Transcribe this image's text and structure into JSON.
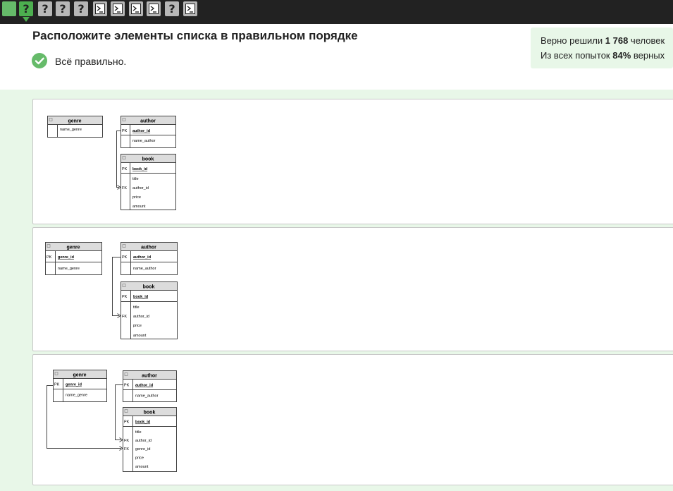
{
  "steps": [
    {
      "type": "solved"
    },
    {
      "type": "question",
      "label": "?",
      "active": true
    },
    {
      "type": "question",
      "label": "?"
    },
    {
      "type": "question",
      "label": "?"
    },
    {
      "type": "question",
      "label": "?"
    },
    {
      "type": "code"
    },
    {
      "type": "code"
    },
    {
      "type": "code"
    },
    {
      "type": "code"
    },
    {
      "type": "question",
      "label": "?"
    },
    {
      "type": "code"
    }
  ],
  "header": {
    "title": "Расположите элементы списка в правильном порядке",
    "result_text": "Всё правильно."
  },
  "stats": {
    "solved_prefix": "Верно решили ",
    "solved_count": "1 768",
    "solved_suffix": " человек",
    "attempts_prefix": "Из всех попыток ",
    "attempts_percent": "84%",
    "attempts_suffix": " верных"
  },
  "options": [
    {
      "tables": [
        {
          "name": "genre",
          "rows": [
            {
              "key": "",
              "field": "name_genre"
            }
          ]
        },
        {
          "name": "author",
          "rows": [
            {
              "key": "PK",
              "field": "author_id"
            },
            {
              "key": "",
              "field": "name_author"
            }
          ]
        },
        {
          "name": "book",
          "rows": [
            {
              "key": "PK",
              "field": "book_id"
            },
            {
              "key": "",
              "field": "title"
            },
            {
              "key": "FK",
              "field": "author_id"
            },
            {
              "key": "",
              "field": "price"
            },
            {
              "key": "",
              "field": "amount"
            }
          ]
        }
      ]
    },
    {
      "tables": [
        {
          "name": "genre",
          "rows": [
            {
              "key": "PK",
              "field": "genre_id"
            },
            {
              "key": "",
              "field": "name_genre"
            }
          ]
        },
        {
          "name": "author",
          "rows": [
            {
              "key": "PK",
              "field": "author_id"
            },
            {
              "key": "",
              "field": "name_author"
            }
          ]
        },
        {
          "name": "book",
          "rows": [
            {
              "key": "PK",
              "field": "book_id"
            },
            {
              "key": "",
              "field": "title"
            },
            {
              "key": "FK",
              "field": "author_id"
            },
            {
              "key": "",
              "field": "price"
            },
            {
              "key": "",
              "field": "amount"
            }
          ]
        }
      ]
    },
    {
      "tables": [
        {
          "name": "genre",
          "rows": [
            {
              "key": "PK",
              "field": "genre_id"
            },
            {
              "key": "",
              "field": "name_genre"
            }
          ]
        },
        {
          "name": "author",
          "rows": [
            {
              "key": "PK",
              "field": "author_id"
            },
            {
              "key": "",
              "field": "name_author"
            }
          ]
        },
        {
          "name": "book",
          "rows": [
            {
              "key": "PK",
              "field": "book_id"
            },
            {
              "key": "",
              "field": "title"
            },
            {
              "key": "FK",
              "field": "author_id"
            },
            {
              "key": "FK",
              "field": "genre_id"
            },
            {
              "key": "",
              "field": "price"
            },
            {
              "key": "",
              "field": "amount"
            }
          ]
        }
      ]
    }
  ],
  "colors": {
    "accent": "#66bb6a",
    "panel_bg": "#e8f7e8",
    "topbar": "#222222"
  }
}
